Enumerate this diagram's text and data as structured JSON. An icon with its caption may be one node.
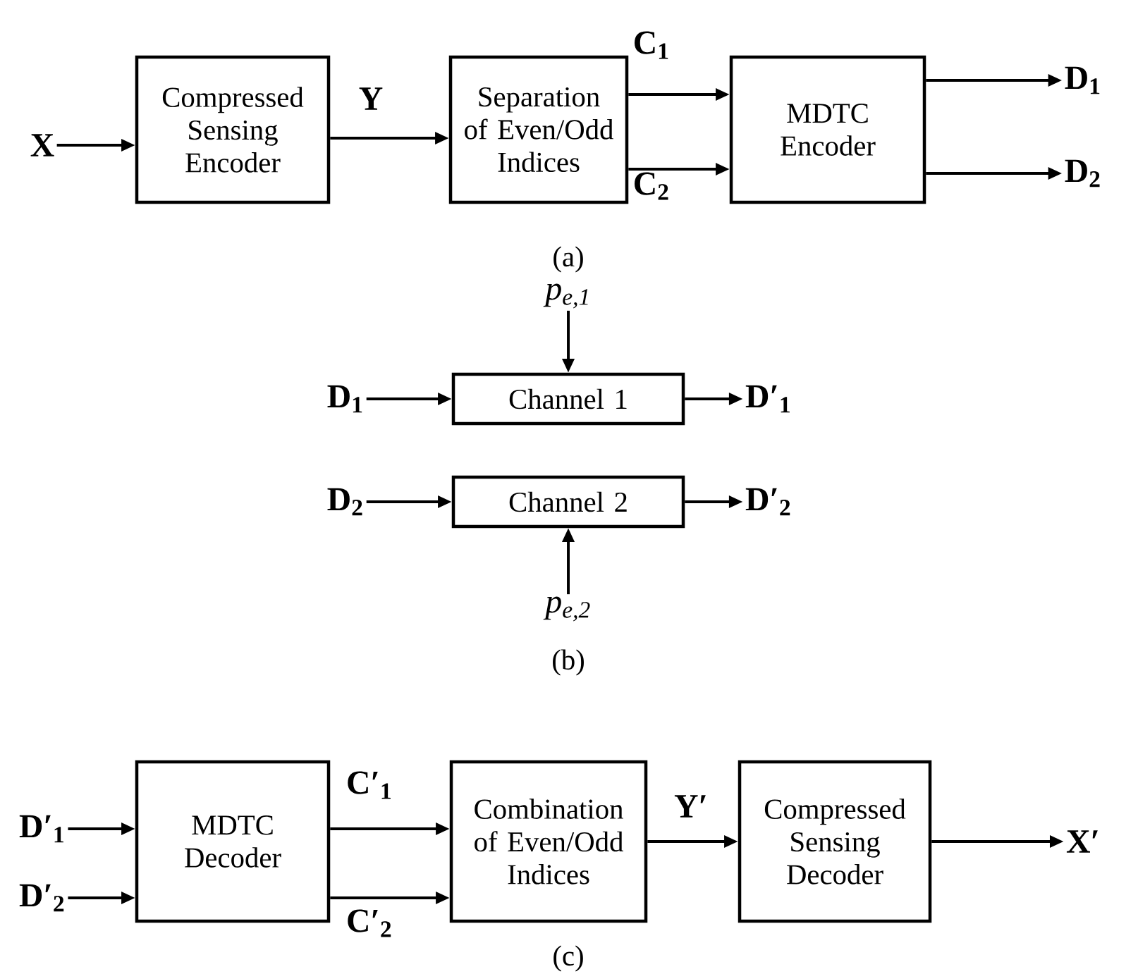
{
  "diagram": {
    "nodes": [
      {
        "text": [
          "X"
        ]
      },
      {
        "text": [
          "Compressed Sensing Encoder"
        ]
      },
      {
        "text": [
          "Separation of Even/Odd Indices"
        ]
      },
      {
        "text": [
          "MDTC Encoder"
        ]
      },
      {
        "text": [
          "D$_{1}$"
        ]
      },
      {
        "text": [
          "D$_{2}$"
        ]
      },
      {
        "text": [
          "p$_{e,1}$"
        ]
      },
      {
        "text": [
          "D$_{1}$"
        ]
      },
      {
        "text": [
          "Channel 1"
        ]
      },
      {
        "text": [
          "D′$_{1}$"
        ]
      },
      {
        "text": [
          "D$_{2}$"
        ]
      },
      {
        "text": [
          "Channel 2"
        ]
      },
      {
        "text": [
          "D′$_{2}$"
        ]
      },
      {
        "text": [
          "p$_{e,2}$"
        ]
      },
      {
        "text": [
          "D′$_{1}$"
        ]
      },
      {
        "text": [
          "D′$_{2}$"
        ]
      },
      {
        "text": [
          "MDTC Decoder"
        ]
      },
      {
        "text": [
          "Combination of Even/Odd Indices"
        ]
      },
      {
        "text": [
          "Compressed Sensing Decoder"
        ]
      },
      {
        "text": [
          "X′"
        ]
      }
    ],
    "edges": [
      {
        "from": 0,
        "to": 1,
        "arrow": "to"
      },
      {
        "from": 1,
        "to": 2,
        "arrow": "to",
        "label": "Y"
      },
      {
        "from": 2,
        "to": 3,
        "arrow": "to",
        "label": "C$_{1}$"
      },
      {
        "from": 2,
        "to": 3,
        "arrow": "to",
        "label": "C$_{2}$"
      },
      {
        "from": 3,
        "to": 4,
        "arrow": "to"
      },
      {
        "from": 3,
        "to": 5,
        "arrow": "to"
      },
      {
        "from": 6,
        "to": 8,
        "arrow": "to"
      },
      {
        "from": 7,
        "to": 8,
        "arrow": "to"
      },
      {
        "from": 8,
        "to": 9,
        "arrow": "to"
      },
      {
        "from": 10,
        "to": 11,
        "arrow": "to"
      },
      {
        "from": 11,
        "to": 12,
        "arrow": "to"
      },
      {
        "from": 13,
        "to": 11,
        "arrow": "to"
      },
      {
        "from": 14,
        "to": 16,
        "arrow": "to"
      },
      {
        "from": 15,
        "to": 16,
        "arrow": "to"
      },
      {
        "from": 16,
        "to": 17,
        "arrow": "to",
        "label": "C′$_{1}$"
      },
      {
        "from": 16,
        "to": 17,
        "arrow": "to",
        "label": "C′$_{2}$"
      },
      {
        "from": 17,
        "to": 18,
        "arrow": "to",
        "label": "Y′"
      },
      {
        "from": 18,
        "to": 19,
        "arrow": "to"
      }
    ],
    "labels": [
      "(a)",
      "(b)",
      "(c)"
    ]
  }
}
